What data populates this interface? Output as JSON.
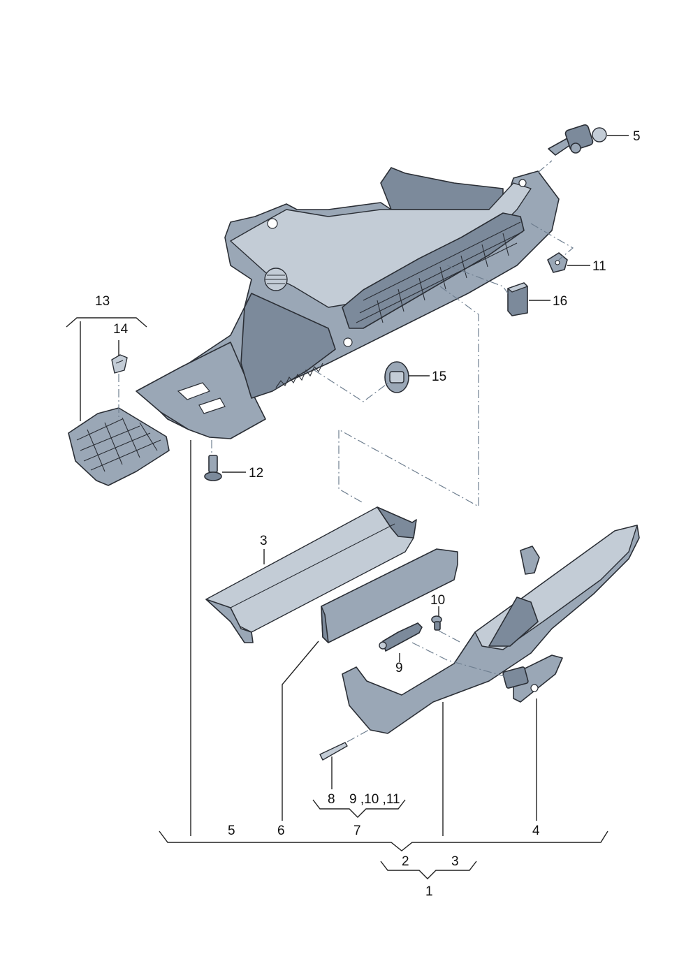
{
  "callouts": {
    "c5_top": "5",
    "c11": "11",
    "c16": "16",
    "c15": "15",
    "c13": "13",
    "c14": "14",
    "c12": "12",
    "c3_mid": "3",
    "c10": "10",
    "c9": "9",
    "c8": "8",
    "c9_10_11": "9 ,10 ,11",
    "c7": "7",
    "c5_bottom": "5",
    "c6": "6",
    "c4": "4",
    "c2": "2",
    "c3_bottom": "3",
    "c1": "1"
  },
  "colors": {
    "part_fill": "#9aa7b6",
    "outline": "#2b2f36",
    "dash_line": "#6f7f90"
  }
}
